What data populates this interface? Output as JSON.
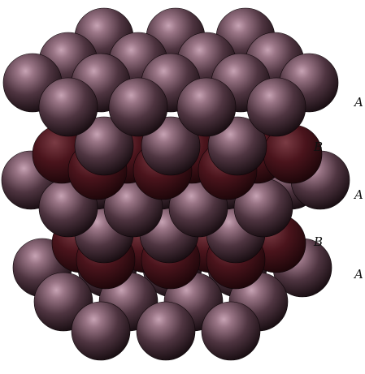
{
  "figure": {
    "description_visible": false,
    "layer_labels": [
      "A",
      "B",
      "A",
      "B",
      "A"
    ]
  },
  "colors": {
    "sphere_highlight": "#b08a9c",
    "sphere_mid": "#5c3d4c",
    "sphere_dark": "#1e1016",
    "b_layer_shadow": "#3a0d12",
    "background": "#ffffff"
  }
}
